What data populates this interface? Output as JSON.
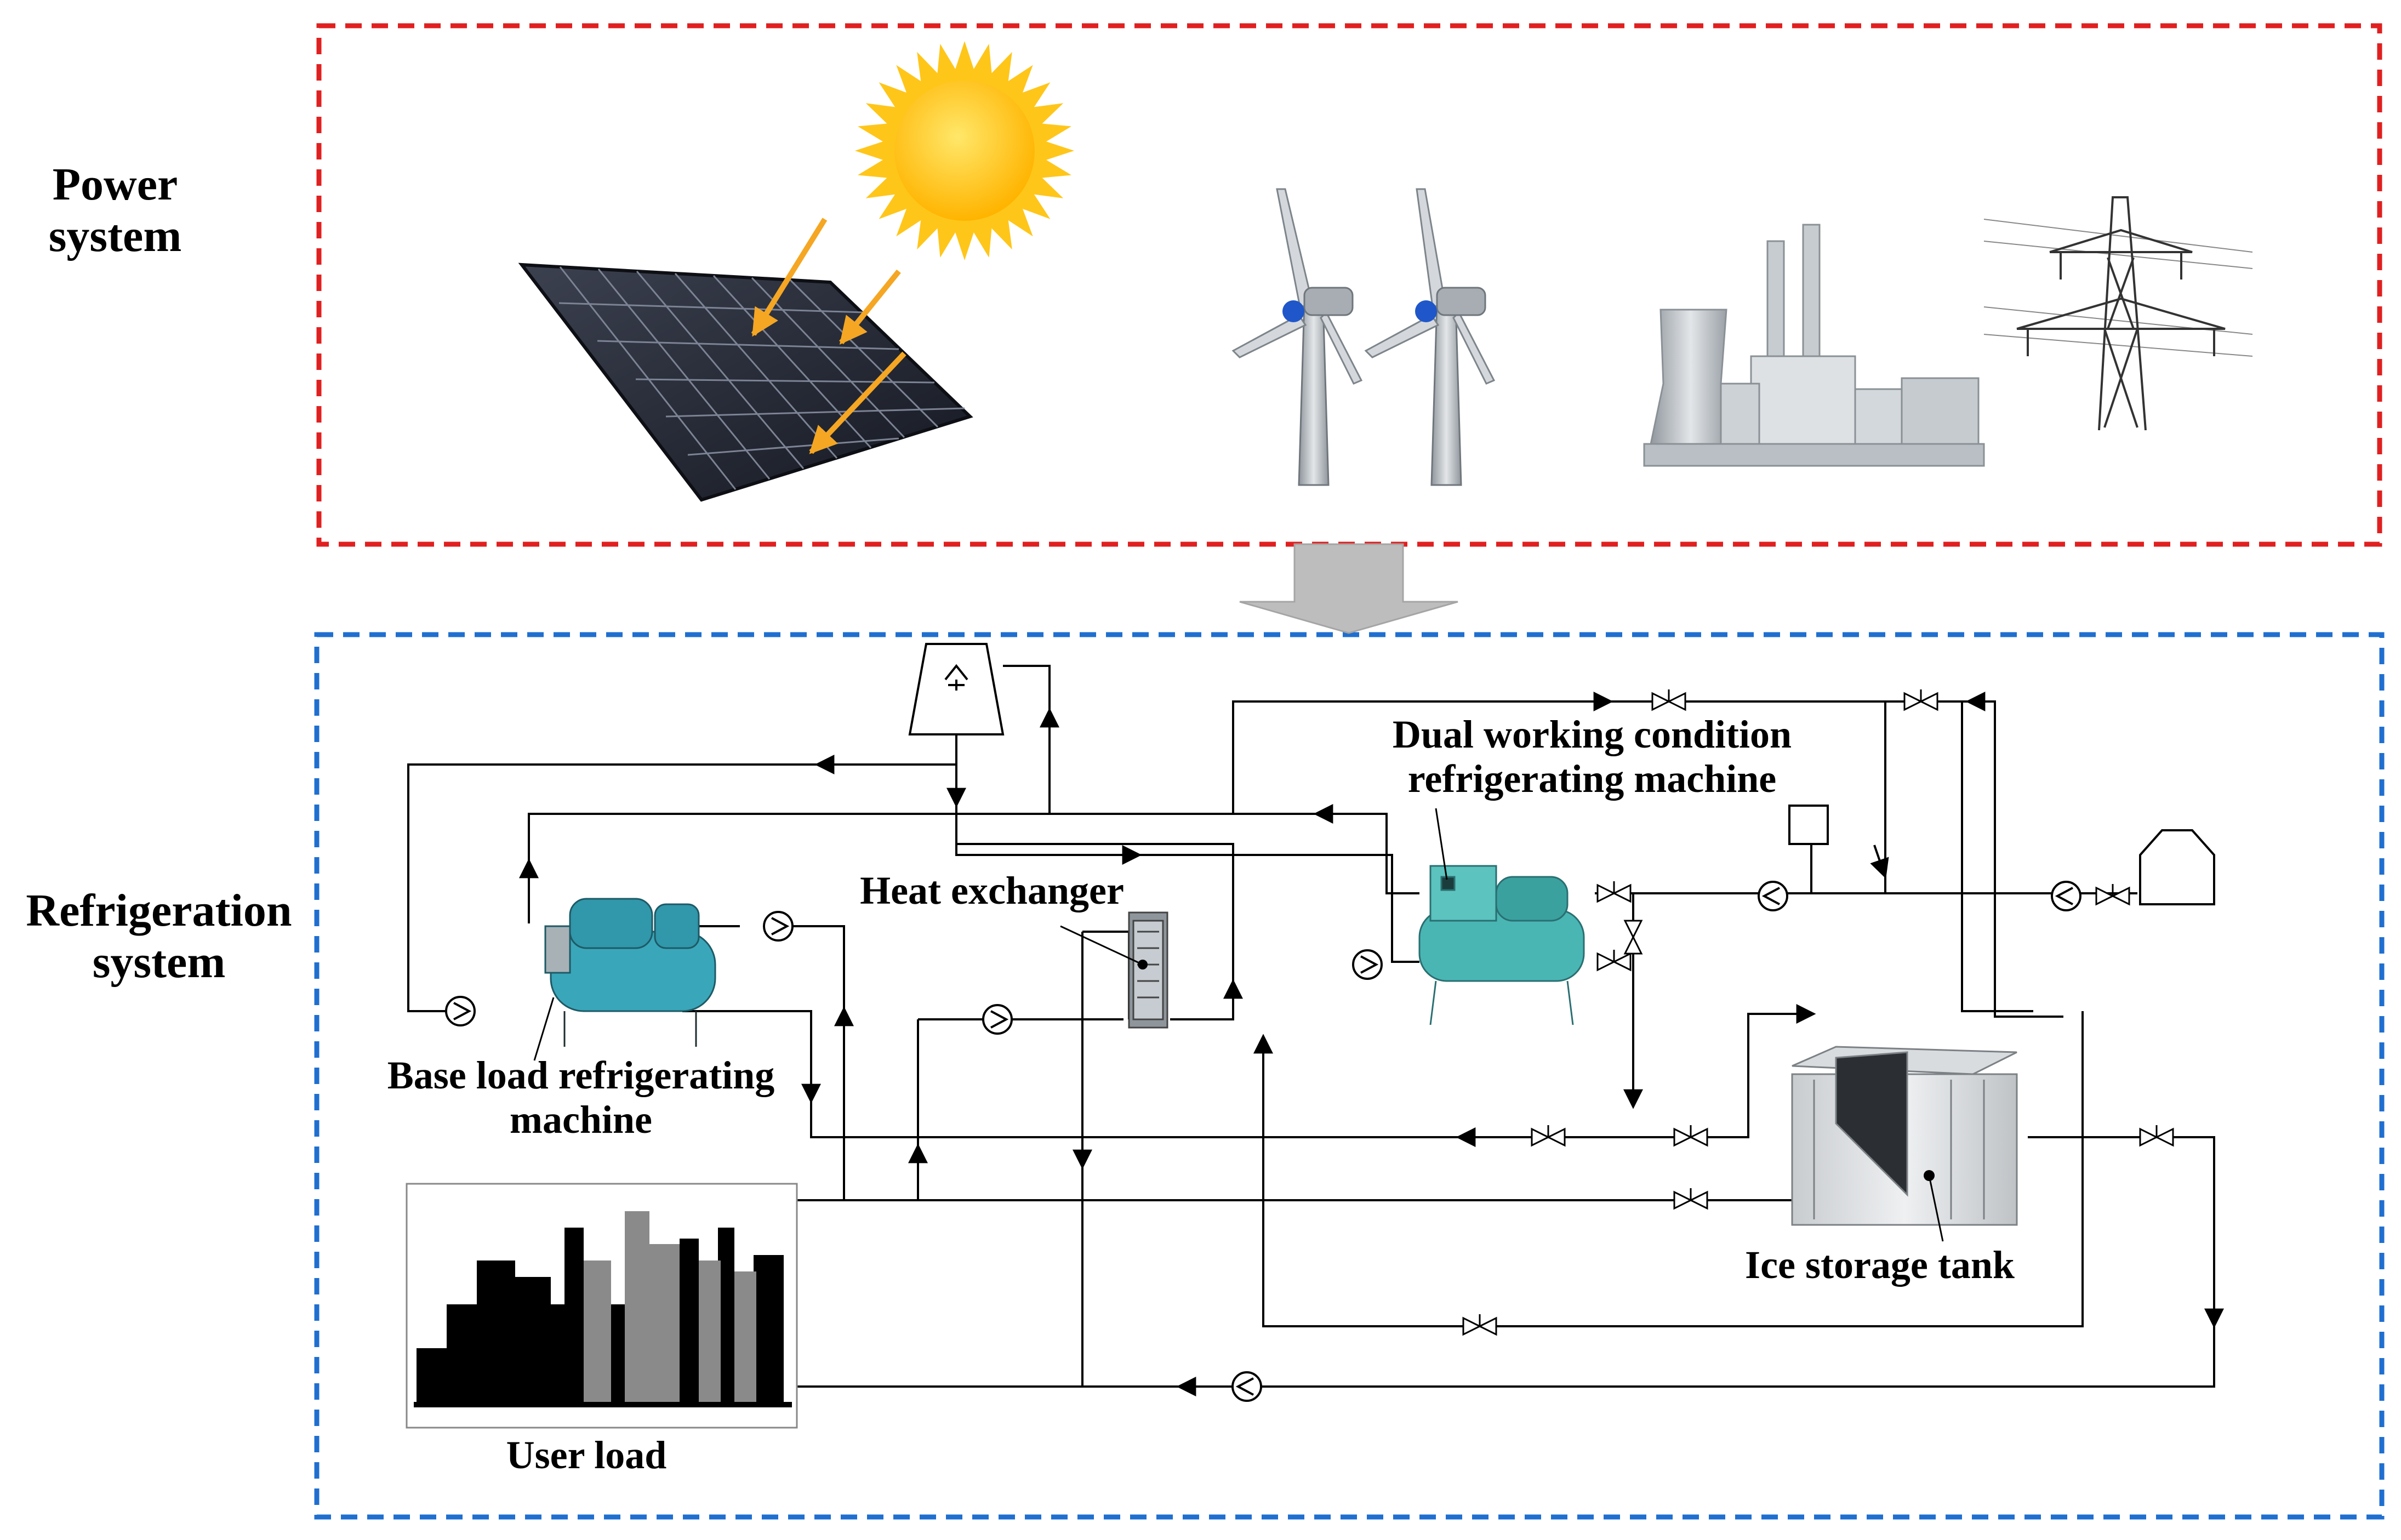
{
  "sections": {
    "power": {
      "label": "Power\nsystem",
      "border_color": "#e02020"
    },
    "refrigeration": {
      "label": "Refrigeration\nsystem",
      "border_color": "#1f6fd0"
    }
  },
  "components": {
    "dual_machine": "Dual working condition\nrefrigerating machine",
    "heat_exchanger": "Heat exchanger",
    "base_machine": "Base load refrigerating\nmachine",
    "ice_tank": "Ice storage tank",
    "user_load": "User load"
  },
  "icons": [
    "sun-icon",
    "solar-panel-icon",
    "wind-turbine-icon",
    "power-plant-icon",
    "transmission-tower-icon",
    "cooling-tower-icon",
    "pump-icon",
    "valve-icon",
    "expansion-tank-icon",
    "water-tank-icon",
    "city-skyline-icon"
  ],
  "colors": {
    "sun": "#ffc61a",
    "sunlight_arrow": "#f5a623",
    "machine": "#3aa6b9",
    "flow_arrow": "#b8b8b8"
  }
}
